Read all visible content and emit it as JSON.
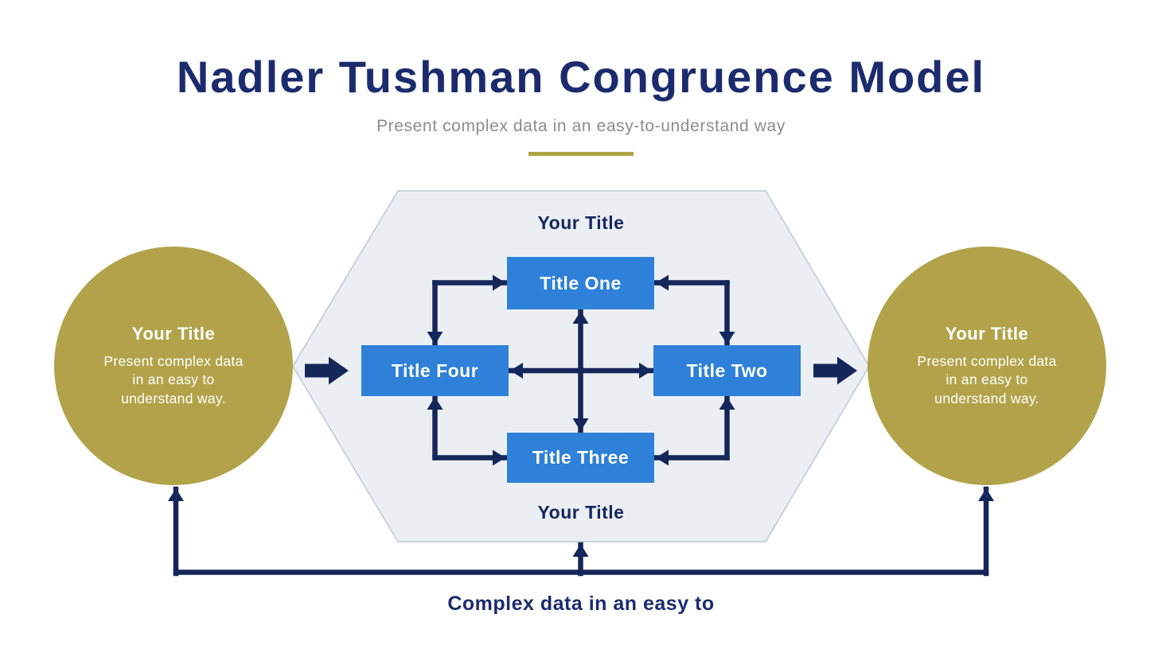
{
  "page": {
    "title": "Nadler Tushman Congruence Model",
    "subtitle": "Present complex data in an easy-to-understand way"
  },
  "colors": {
    "title_navy": "#1c2b6e",
    "subtitle_gray": "#8c8c8c",
    "divider_olive": "#b0a440",
    "circle_olive": "#b2a34b",
    "box_blue": "#2e80d8",
    "arrow_navy": "#14265a",
    "hexagon_fill": "#ebeff4",
    "hexagon_border": "#c9d3dd",
    "white_text": "#ffffff"
  },
  "diagram": {
    "hexagon": {
      "top_label": "Your Title",
      "bottom_label": "Your Title",
      "boxes": [
        {
          "label": "Title One"
        },
        {
          "label": "Title Two"
        },
        {
          "label": "Title Three"
        },
        {
          "label": "Title Four"
        }
      ]
    },
    "left_circle": {
      "title": "Your Title",
      "body_lines": [
        "Present complex data",
        "in an easy to",
        "understand way."
      ]
    },
    "right_circle": {
      "title": "Your Title",
      "body_lines": [
        "Present complex data",
        "in an easy to",
        "understand way."
      ]
    },
    "footer_caption": "Complex data in an easy to"
  }
}
